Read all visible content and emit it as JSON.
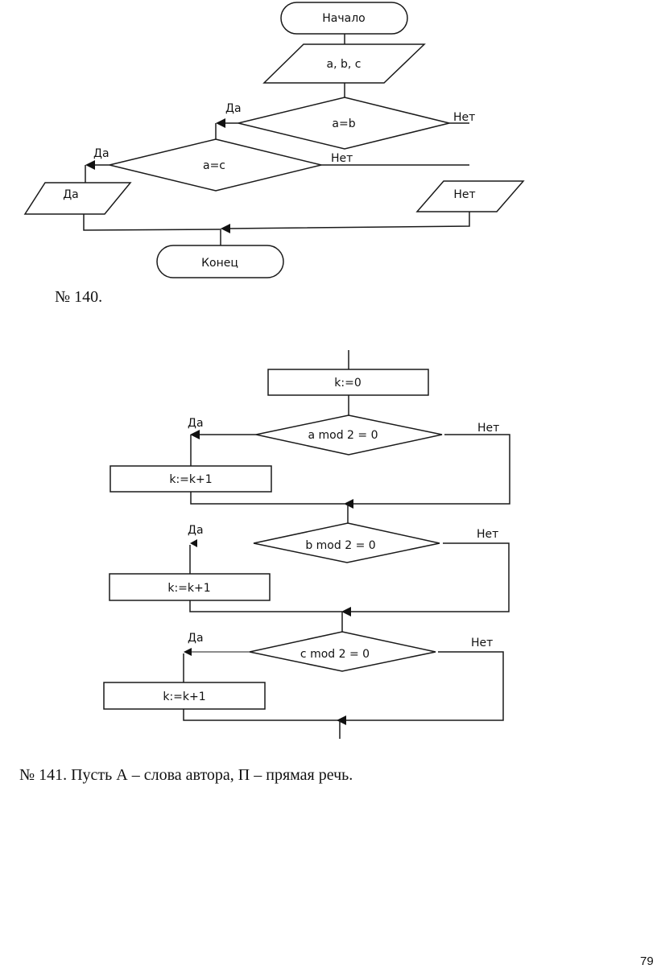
{
  "flowchart_139": {
    "start_label": "Начало",
    "input_label": "a, b, c",
    "decision_1": "a=b",
    "decision_1_yes": "Да",
    "decision_1_no": "Нет",
    "decision_2": "a=c",
    "decision_2_yes": "Да",
    "decision_2_no": "Нет",
    "output_yes": "Да",
    "output_no": "Нет",
    "end_label": "Конец"
  },
  "caption_140": "№ 140.",
  "flowchart_140": {
    "init_label": "k:=0",
    "blocks": [
      {
        "condition": "a mod 2 = 0",
        "yes": "Да",
        "no": "Нет",
        "action": "k:=k+1"
      },
      {
        "condition": "b mod 2 = 0",
        "yes": "Да",
        "no": "Нет",
        "action": "k:=k+1"
      },
      {
        "condition": "c mod 2 = 0",
        "yes": "Да",
        "no": "Нет",
        "action": "k:=k+1"
      }
    ]
  },
  "caption_141": "№ 141. Пусть А – слова автора, П – прямая речь.",
  "page_number": "79"
}
